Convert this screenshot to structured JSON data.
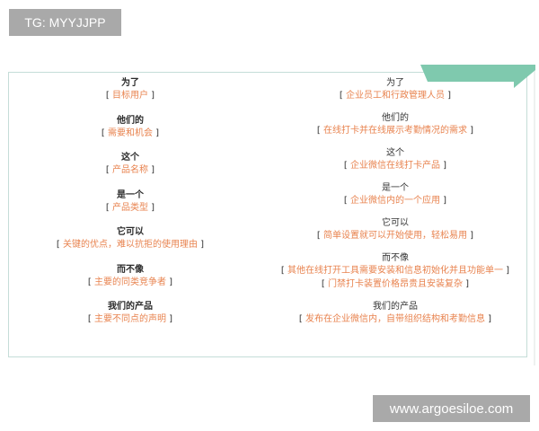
{
  "watermarks": {
    "top_left": "TG: MYYJJPP",
    "bottom_right": "www.argoesiloe.com"
  },
  "colors": {
    "accent_green": "#7fc9ae",
    "value_orange": "#e8834f",
    "frame_border": "#c5ddd8",
    "badge_gray": "#a9a9a9"
  },
  "brackets": {
    "open": "[ ",
    "close": " ]"
  },
  "template": {
    "blocks": [
      {
        "heading": "为了",
        "values": [
          "目标用户"
        ]
      },
      {
        "heading": "他们的",
        "values": [
          "需要和机会"
        ]
      },
      {
        "heading": "这个",
        "values": [
          "产品名称"
        ]
      },
      {
        "heading": "是一个",
        "values": [
          "产品类型"
        ]
      },
      {
        "heading": "它可以",
        "values": [
          "关键的优点，难以抗拒的使用理由"
        ]
      },
      {
        "heading": "而不像",
        "values": [
          "主要的同类竞争者"
        ]
      },
      {
        "heading": "我们的产品",
        "values": [
          "主要不同点的声明"
        ]
      }
    ]
  },
  "example": {
    "blocks": [
      {
        "heading": "为了",
        "values": [
          "企业员工和行政管理人员"
        ]
      },
      {
        "heading": "他们的",
        "values": [
          "在线打卡并在线展示考勤情况的需求"
        ]
      },
      {
        "heading": "这个",
        "values": [
          "企业微信在线打卡产品"
        ]
      },
      {
        "heading": "是一个",
        "values": [
          "企业微信内的一个应用"
        ]
      },
      {
        "heading": "它可以",
        "values": [
          "简单设置就可以开始使用，轻松易用"
        ]
      },
      {
        "heading": "而不像",
        "values": [
          "其他在线打开工具需要安装和信息初始化并且功能单一",
          "门禁打卡装置价格昂贵且安装复杂"
        ]
      },
      {
        "heading": "我们的产品",
        "values": [
          "发布在企业微信内，自带组织结构和考勤信息"
        ]
      }
    ]
  }
}
